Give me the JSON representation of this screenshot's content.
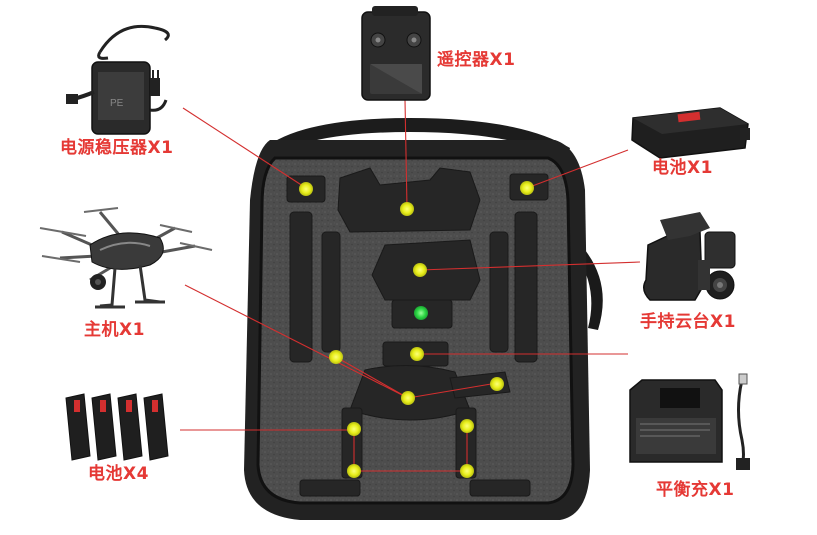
{
  "labels": {
    "remote": "遥控器X1",
    "power_supply": "电源稳压器X1",
    "battery_single": "电池X1",
    "drone": "主机X1",
    "gimbal": "手持云台X1",
    "battery_four": "电池X4",
    "charger": "平衡充X1"
  },
  "colors": {
    "label_red": "#e53935",
    "leader_line": "#d32f2f",
    "marker_yellow": "#e8ee1a",
    "marker_green": "#2ed845",
    "case_dark": "#2a2a2a",
    "foam": "#4b4b4b"
  },
  "icons": {
    "remote": "remote-controller-icon",
    "power_supply": "power-adapter-icon",
    "battery_single": "battery-pack-icon",
    "drone": "hexacopter-drone-icon",
    "gimbal": "handheld-gimbal-icon",
    "battery_four": "battery-set-icon",
    "charger": "balance-charger-icon"
  }
}
